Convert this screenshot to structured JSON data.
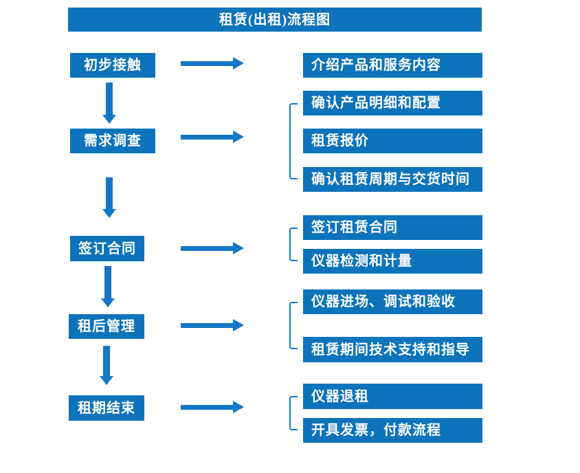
{
  "title": "租赁(出租)流程图",
  "colors": {
    "box_blue": "#0d73bb",
    "arrow_blue": "#1477c6",
    "text_white": "#ffffff",
    "background": "#ffffff"
  },
  "stages": [
    {
      "label": "初步接触",
      "details": [
        "介绍产品和服务内容"
      ]
    },
    {
      "label": "需求调查",
      "details": [
        "确认产品明细和配置",
        "租赁报价",
        "确认租赁周期与交货时间"
      ]
    },
    {
      "label": "签订合同",
      "details": [
        "签订租赁合同",
        "仪器检测和计量"
      ]
    },
    {
      "label": "租后管理",
      "details": [
        "仪器进场、调试和验收",
        "租赁期间技术支持和指导"
      ]
    },
    {
      "label": "租期结束",
      "details": [
        "仪器退租",
        "开具发票，付款流程"
      ]
    }
  ]
}
